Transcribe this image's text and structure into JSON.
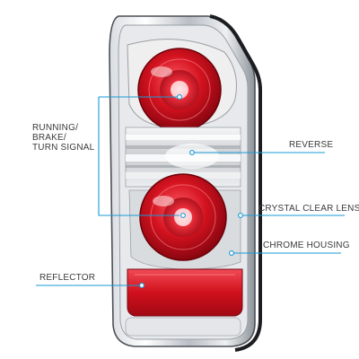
{
  "accent_color": "#1a9ad6",
  "callouts": {
    "running": {
      "lines": [
        "RUNNING/",
        "BRAKE/",
        "TURN SIGNAL"
      ]
    },
    "reverse": {
      "text": "REVERSE"
    },
    "lens": {
      "text": "CRYSTAL CLEAR LENS"
    },
    "housing": {
      "text": "CHROME HOUSING"
    },
    "reflector": {
      "text": "REFLECTOR"
    }
  }
}
